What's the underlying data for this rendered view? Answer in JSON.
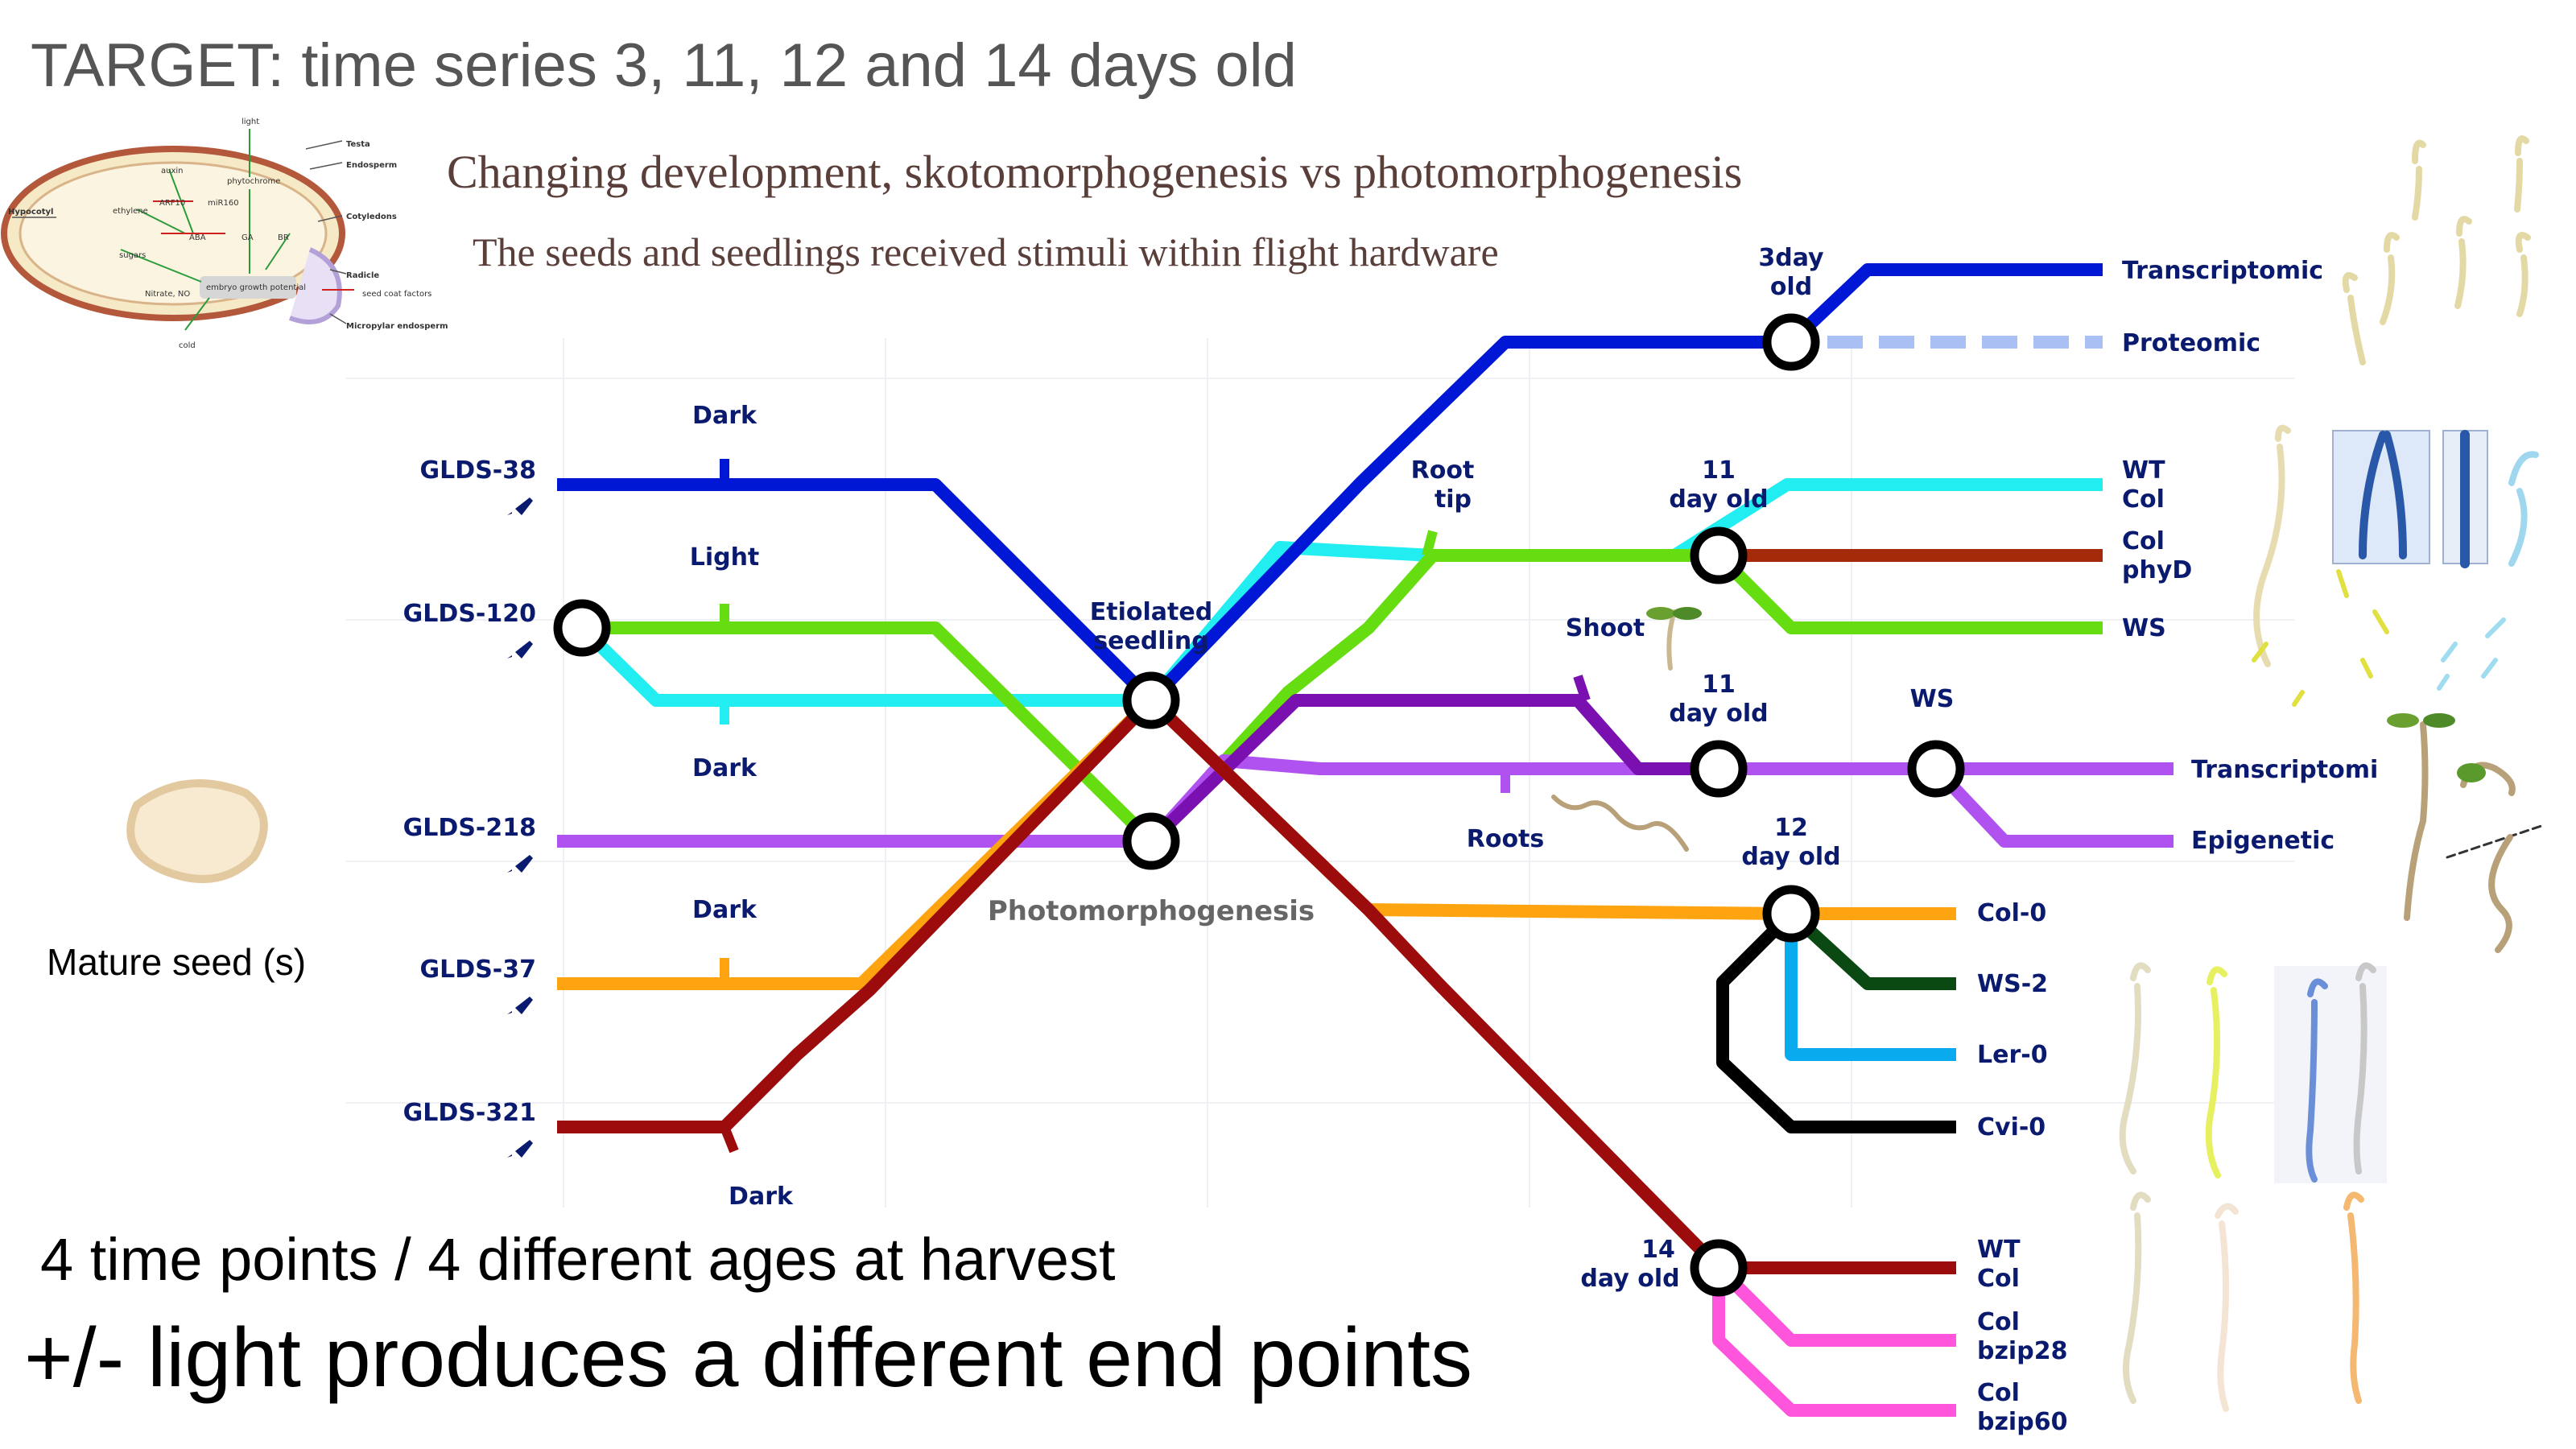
{
  "title": "TARGET: time series 3, 11, 12 and 14 days old",
  "subtitle": "Changing development, skotomorphogenesis vs photomorphogenesis",
  "caption": "The seeds and seedlings received stimuli within flight hardware",
  "seed_caption": "Mature seed (s)",
  "footer_line1": "4 time points / 4 different ages at harvest",
  "footer_line2": "+/- light produces a different end points",
  "inset_diagram": {
    "top": "light",
    "labels": [
      "Testa",
      "Endosperm",
      "Cotyledons",
      "Hypocotyl",
      "Radicle",
      "seed coat factors",
      "Micropylar endosperm",
      "cold",
      "Nitrate, NO",
      "sugars",
      "ethylene",
      "auxin",
      "ARF10",
      "miR160",
      "phytochrome",
      "ABA",
      "GA",
      "BR",
      "embryo growth potential"
    ]
  },
  "datasets": [
    {
      "name": "GLDS-38",
      "icon": "rocket-icon"
    },
    {
      "name": "GLDS-120",
      "icon": "rocket-icon"
    },
    {
      "name": "GLDS-218",
      "icon": "rocket-icon"
    },
    {
      "name": "GLDS-37",
      "icon": "rocket-icon"
    },
    {
      "name": "GLDS-321",
      "icon": "rocket-icon"
    }
  ],
  "conditions": {
    "dark1": "Dark",
    "light": "Light",
    "dark2": "Dark",
    "dark3": "Dark",
    "dark4": "Dark"
  },
  "hubs": {
    "etiolated_line1": "Etiolated",
    "etiolated_line2": "seedling",
    "photomorphogenesis": "Photomorphogenesis"
  },
  "tissues": {
    "root_tip_line1": "Root",
    "root_tip_line2": "tip",
    "shoot": "Shoot",
    "roots": "Roots",
    "ws": "WS"
  },
  "ages": {
    "age3_line1": "3day",
    "age3_line2": "old",
    "age11a_line1": "11",
    "age11a_line2": "day old",
    "age11b_line1": "11",
    "age11b_line2": "day old",
    "age12_line1": "12",
    "age12_line2": "day old",
    "age14_line1": "14",
    "age14_line2": "day old"
  },
  "endpoints": {
    "transcriptomic": "Transcriptomic",
    "proteomic": "Proteomic",
    "wt_col_a1": "WT",
    "wt_col_a2": "Col",
    "col_phyd1": "Col",
    "col_phyd2": "phyD",
    "ws": "WS",
    "transcriptomi": "Transcriptomi",
    "epigenetic": "Epigenetic",
    "col0": "Col-0",
    "ws2": "WS-2",
    "ler0": "Ler-0",
    "cvi0": "Cvi-0",
    "wt_col_b1": "WT",
    "wt_col_b2": "Col",
    "col_bzip28_1": "Col",
    "col_bzip28_2": "bzip28",
    "col_bzip60_1": "Col",
    "col_bzip60_2": "bzip60"
  },
  "line_colors": {
    "glds38": "#0018d6",
    "glds120_light": "#66dd11",
    "glds120_dark": "#22eef2",
    "glds218": "#b052f0",
    "glds37": "#ffa411",
    "glds321": "#9c0c0c",
    "phyd": "#a52a0a",
    "ws2": "#0a4a12",
    "ler0": "#0aaaee",
    "cvi0": "#000000",
    "bzip": "#ff55dd",
    "root_purple": "#7a10b0",
    "proteomic": "#aac0f4"
  }
}
